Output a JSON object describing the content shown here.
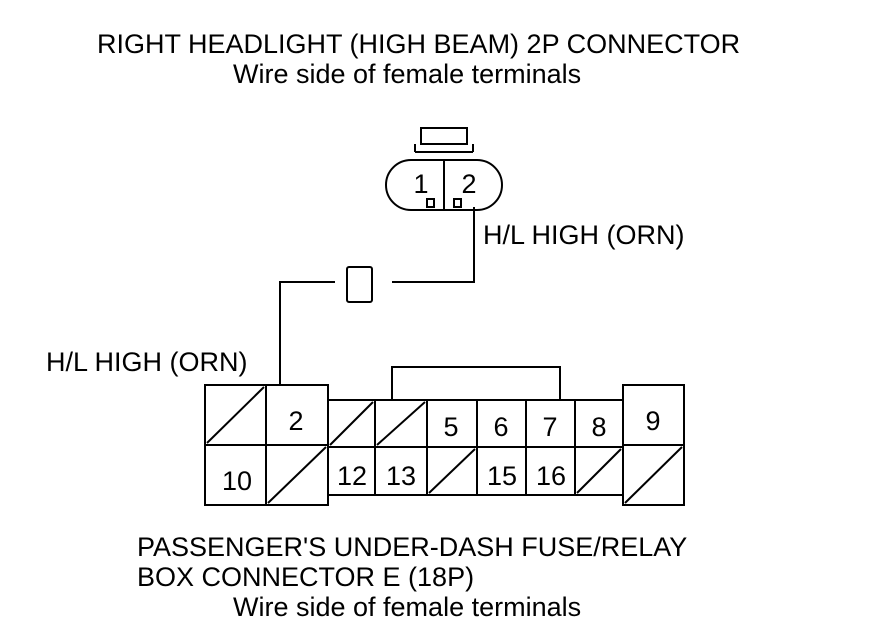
{
  "top_connector": {
    "title": "RIGHT HEADLIGHT (HIGH BEAM) 2P CONNECTOR",
    "subtitle": "Wire side of female terminals",
    "terminals": [
      "1",
      "2"
    ]
  },
  "wire_labels": {
    "upper": "H/L HIGH (ORN)",
    "lower": "H/L HIGH (ORN)"
  },
  "bottom_connector": {
    "title_line1": "PASSENGER'S UNDER-DASH FUSE/RELAY",
    "title_line2": "BOX CONNECTOR E (18P)",
    "subtitle": "Wire side of female terminals",
    "top_row": [
      "",
      "2",
      "",
      "",
      "5",
      "6",
      "7",
      "8",
      "9"
    ],
    "bottom_row": [
      "10",
      "",
      "12",
      "13",
      "",
      "15",
      "16",
      "",
      ""
    ]
  },
  "colors": {
    "line": "#000000",
    "background": "#ffffff"
  }
}
